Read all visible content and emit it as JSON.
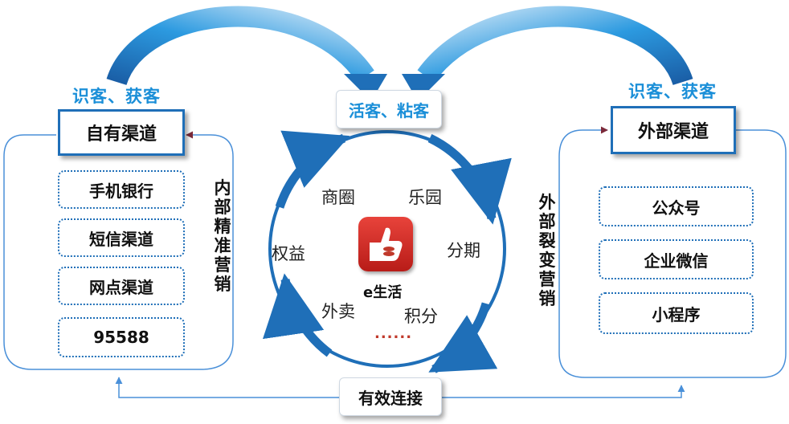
{
  "top_tags": {
    "left": "识客、获客",
    "right": "识客、获客"
  },
  "left_channel": {
    "title": "自有渠道",
    "items": [
      "手机银行",
      "短信渠道",
      "网点渠道",
      "95588"
    ],
    "side_label": "内部精准营销"
  },
  "right_channel": {
    "title": "外部渠道",
    "items": [
      "公众号",
      "企业微信",
      "小程序"
    ],
    "side_label": "外部裂变营销"
  },
  "top_center": "活客、粘客",
  "bottom_center": "有效连接",
  "ring": {
    "labels": [
      "商圈",
      "乐园",
      "分期",
      "积分",
      "外卖",
      "权益"
    ],
    "more": "......",
    "app_name": "e生活"
  },
  "colors": {
    "arrow_blue": "#1f6fb8",
    "tag_blue": "#1b8fd8",
    "accent_red": "#c0392b"
  }
}
